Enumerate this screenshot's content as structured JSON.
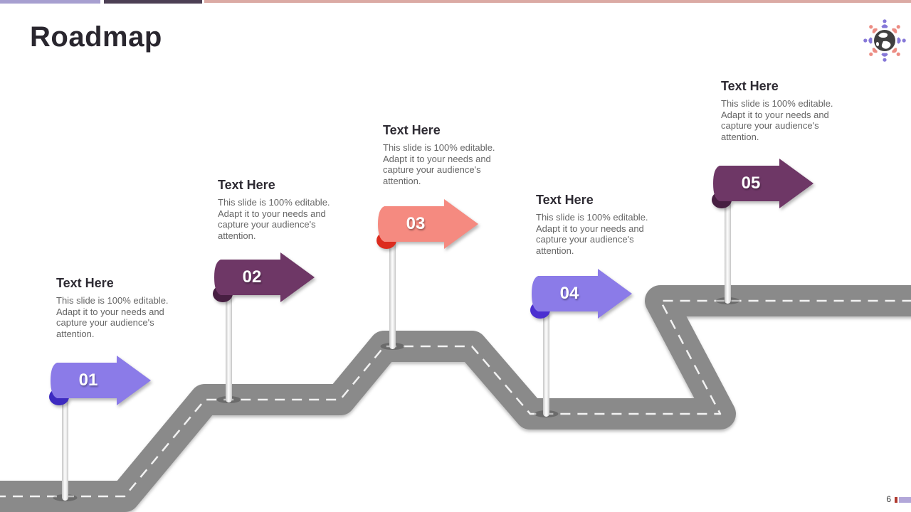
{
  "slide": {
    "title": "Roadmap",
    "page_number": "6",
    "top_bar": {
      "segment1_color": "#a79fd0",
      "segment2_color": "#4c3f54",
      "segment3_color": "#dbaaa4"
    },
    "road_color": "#8a8a8a",
    "road_dash_color": "#f2f2f2",
    "footer": {
      "red_mark_color": "#b03a2e",
      "purple_mark_color": "#b2a7d9"
    },
    "logo": {
      "globe_color": "#3f3f3f",
      "person_color_a": "#8678d8",
      "person_color_b": "#ec8c83"
    }
  },
  "milestones": [
    {
      "number": "01",
      "heading": "Text Here",
      "description": "This slide is 100% editable. Adapt it to your needs and capture your audience's attention.",
      "color": "#8b7be8",
      "fold_color": "#3d2ac0"
    },
    {
      "number": "02",
      "heading": "Text Here",
      "description": "This slide is 100% editable. Adapt it to your needs and capture your audience's attention.",
      "color": "#6e3766",
      "fold_color": "#471f42"
    },
    {
      "number": "03",
      "heading": "Text Here",
      "description": "This slide is 100% editable. Adapt it to your needs and capture your audience's attention.",
      "color": "#f58a80",
      "fold_color": "#dc2b1e"
    },
    {
      "number": "04",
      "heading": "Text Here",
      "description": "This slide is 100% editable. Adapt it to your needs and capture your audience's attention.",
      "color": "#8b7be8",
      "fold_color": "#4b2fd0"
    },
    {
      "number": "05",
      "heading": "Text Here",
      "description": "This slide is 100% editable. Adapt it to your needs and capture your audience's attention.",
      "color": "#6e3766",
      "fold_color": "#471f42"
    }
  ]
}
